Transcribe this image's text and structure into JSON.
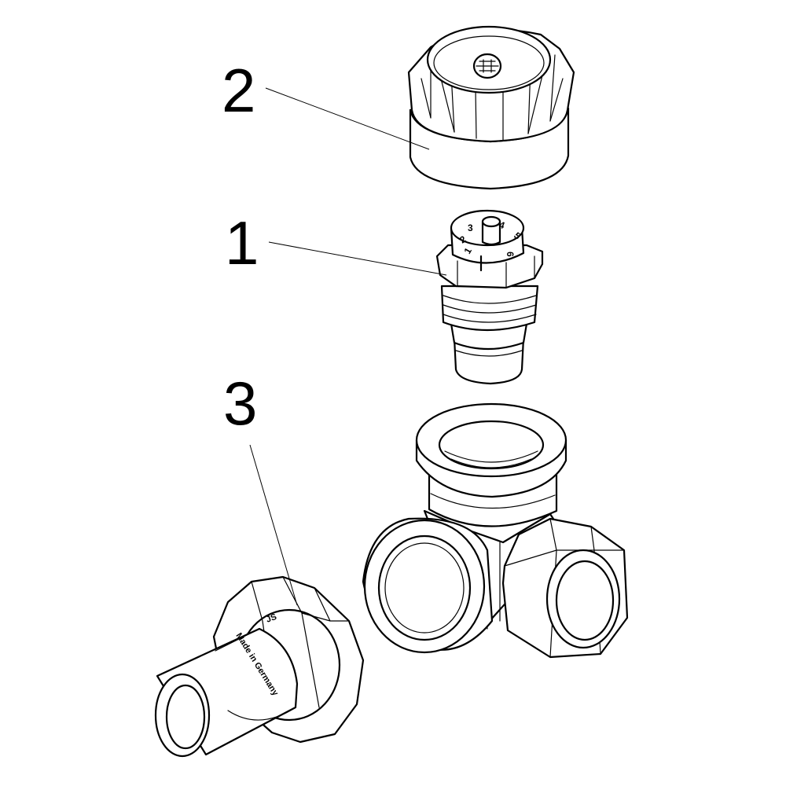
{
  "callouts": {
    "cap": "2",
    "insert": "1",
    "coupling": "3"
  },
  "insert_dial": {
    "n1": "1",
    "n2": "2",
    "n3": "3",
    "n4": "4",
    "n5": "5",
    "n6": "6"
  },
  "coupling_engraving": {
    "brand": "JS",
    "origin": "Made in Germany"
  },
  "cap_logo_icon": "brand-logo-icon"
}
